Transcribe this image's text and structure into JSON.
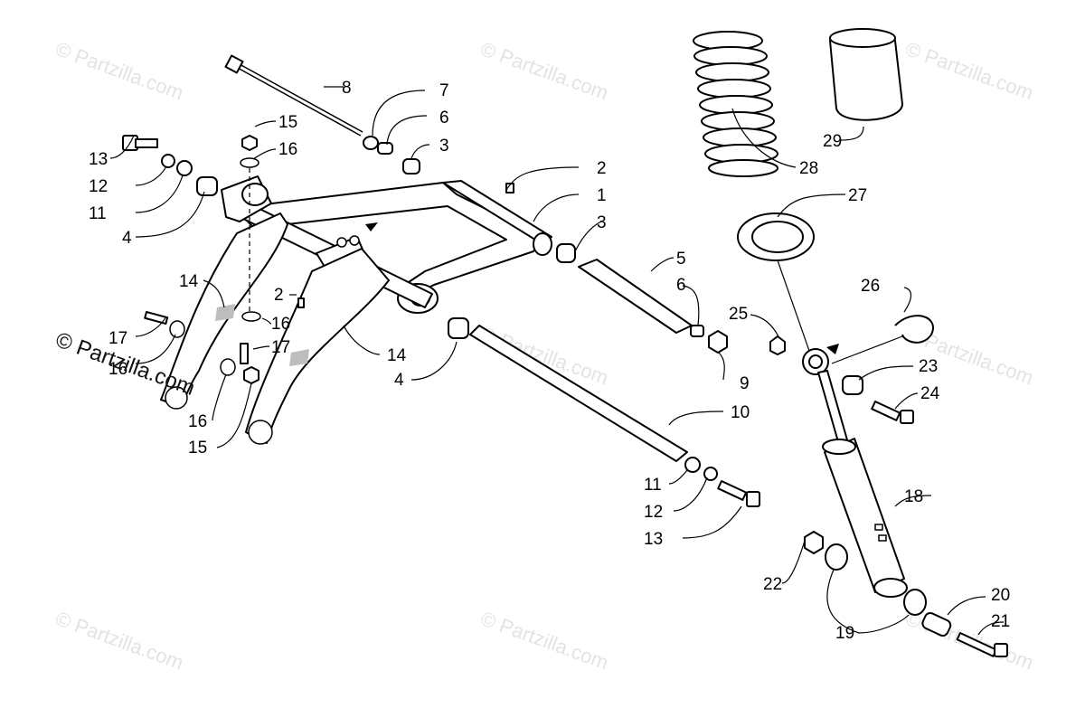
{
  "watermarks": {
    "light": "© Partzilla.com",
    "dark": "© Partzilla.com"
  },
  "callouts": [
    {
      "id": "c1",
      "label": "1"
    },
    {
      "id": "c2a",
      "label": "2"
    },
    {
      "id": "c2b",
      "label": "2"
    },
    {
      "id": "c3a",
      "label": "3"
    },
    {
      "id": "c3b",
      "label": "3"
    },
    {
      "id": "c4a",
      "label": "4"
    },
    {
      "id": "c4b",
      "label": "4"
    },
    {
      "id": "c5",
      "label": "5"
    },
    {
      "id": "c6a",
      "label": "6"
    },
    {
      "id": "c6b",
      "label": "6"
    },
    {
      "id": "c7",
      "label": "7"
    },
    {
      "id": "c8",
      "label": "8"
    },
    {
      "id": "c9",
      "label": "9"
    },
    {
      "id": "c10",
      "label": "10"
    },
    {
      "id": "c11a",
      "label": "11"
    },
    {
      "id": "c11b",
      "label": "11"
    },
    {
      "id": "c12a",
      "label": "12"
    },
    {
      "id": "c12b",
      "label": "12"
    },
    {
      "id": "c13a",
      "label": "13"
    },
    {
      "id": "c13b",
      "label": "13"
    },
    {
      "id": "c14a",
      "label": "14"
    },
    {
      "id": "c14b",
      "label": "14"
    },
    {
      "id": "c15a",
      "label": "15"
    },
    {
      "id": "c15b",
      "label": "15"
    },
    {
      "id": "c16a",
      "label": "16"
    },
    {
      "id": "c16b",
      "label": "16"
    },
    {
      "id": "c16c",
      "label": "16"
    },
    {
      "id": "c16d",
      "label": "16"
    },
    {
      "id": "c17a",
      "label": "17"
    },
    {
      "id": "c17b",
      "label": "17"
    },
    {
      "id": "c18",
      "label": "18"
    },
    {
      "id": "c19",
      "label": "19"
    },
    {
      "id": "c20",
      "label": "20"
    },
    {
      "id": "c21",
      "label": "21"
    },
    {
      "id": "c22",
      "label": "22"
    },
    {
      "id": "c23",
      "label": "23"
    },
    {
      "id": "c24",
      "label": "24"
    },
    {
      "id": "c25",
      "label": "25"
    },
    {
      "id": "c26",
      "label": "26"
    },
    {
      "id": "c27",
      "label": "27"
    },
    {
      "id": "c28",
      "label": "28"
    },
    {
      "id": "c29",
      "label": "29"
    }
  ]
}
